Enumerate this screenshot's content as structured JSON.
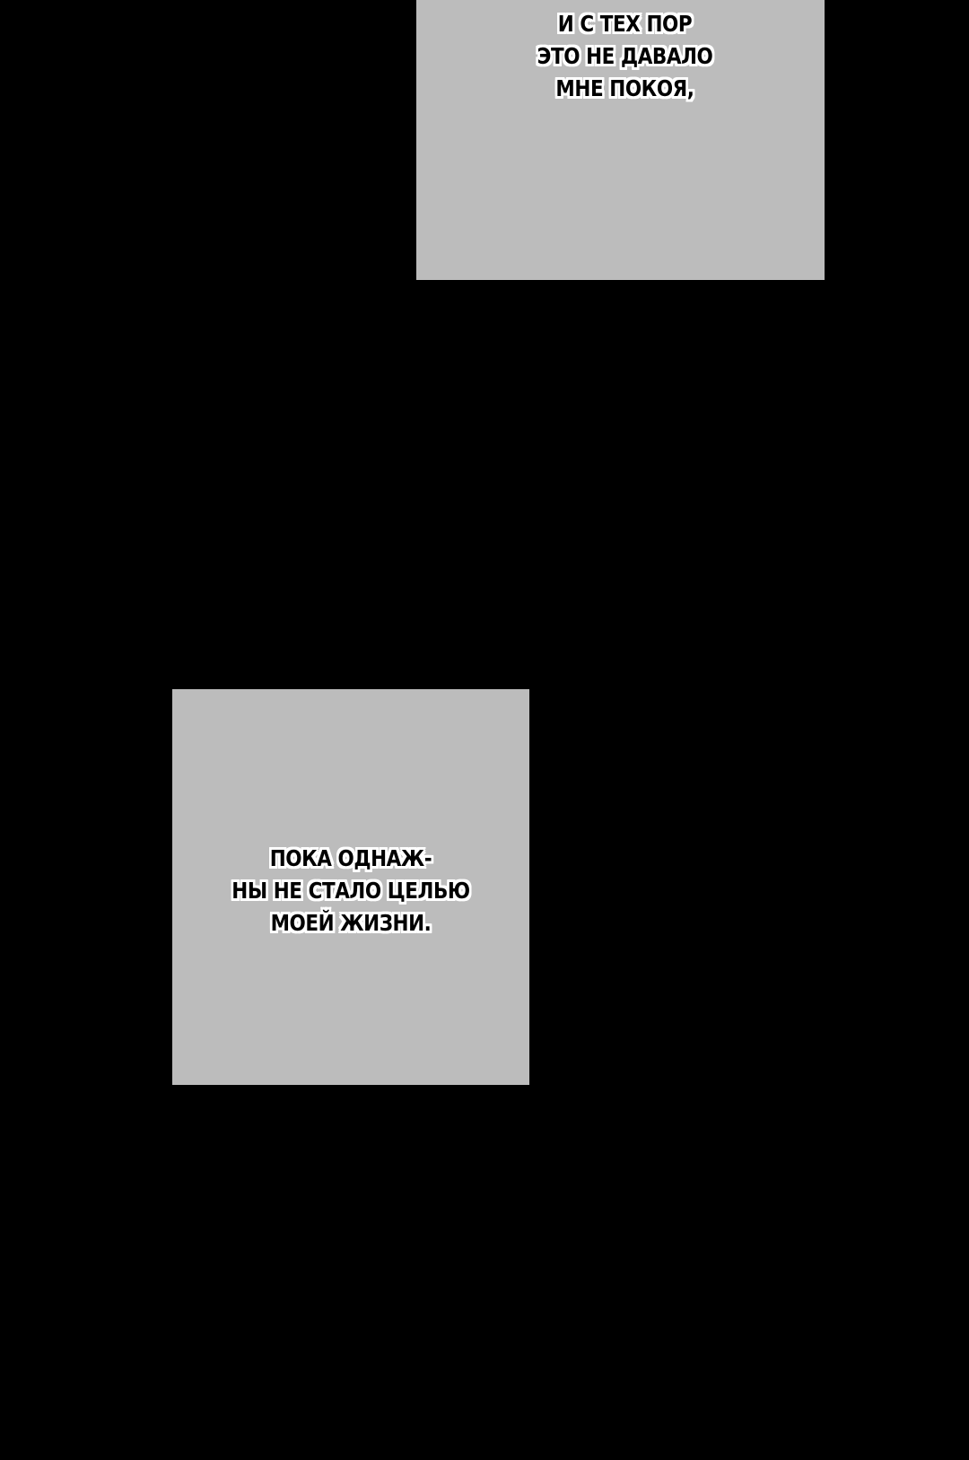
{
  "panels": {
    "top": {
      "caption_lines": [
        "И С ТЕХ ПОР",
        "ЭТО НЕ ДАВАЛО",
        "МНЕ ПОКОЯ,"
      ]
    },
    "bottom": {
      "caption_lines": [
        "ПОКА ОДНАЖ-",
        "НЫ НЕ СТАЛО ЦЕЛЬЮ",
        "МОЕЙ ЖИЗНИ."
      ]
    }
  },
  "colors": {
    "background": "#000000",
    "panel_fill": "#bcbcbc",
    "text": "#000000",
    "text_outline": "#ffffff"
  }
}
